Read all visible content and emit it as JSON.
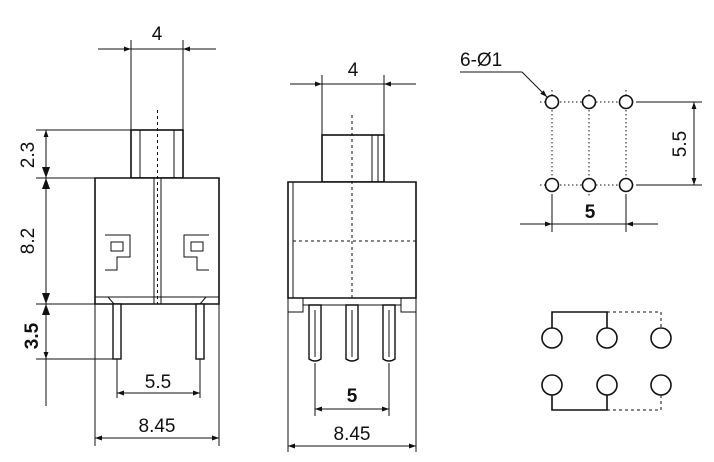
{
  "front_view": {
    "plunger_width": "4",
    "plunger_height": "2.3",
    "body_height": "8.2",
    "pin_length": "3.5",
    "pin_spacing": "5.5",
    "overall_width": "8.45"
  },
  "side_view": {
    "plunger_width": "4",
    "pin_spacing": "5",
    "overall_width": "8.45"
  },
  "pcb_layout": {
    "hole_callout": "6-Ø1",
    "row_spacing": "5.5",
    "column_spacing": "5"
  }
}
